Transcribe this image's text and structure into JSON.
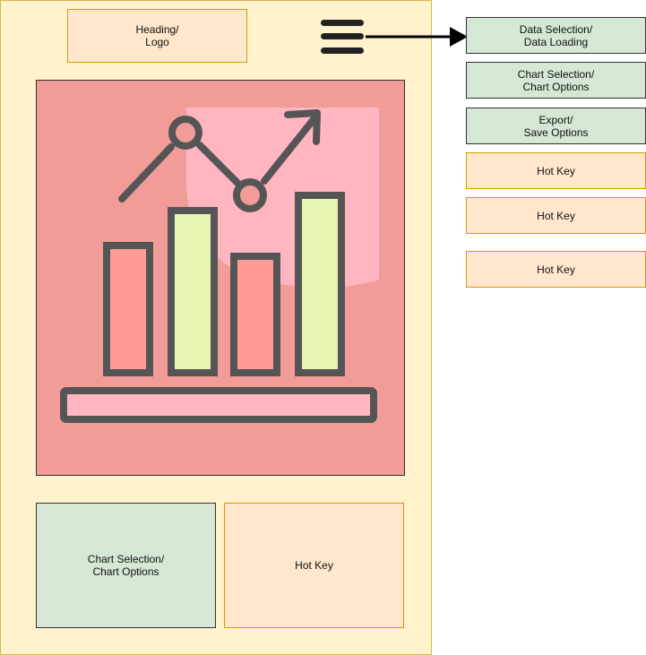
{
  "wireframe": {
    "heading": "Heading/\nLogo",
    "menu_icon": "hamburger-menu-icon",
    "chart_icon": "analytics-chart-icon",
    "bottom_panels": {
      "chart_selection": "Chart Selection/\nChart Options",
      "hot_key": "Hot Key"
    }
  },
  "menu": {
    "items": [
      {
        "label": "Data Selection/\nData Loading"
      },
      {
        "label": "Chart Selection/\nChart Options"
      },
      {
        "label": "Export/\nSave Options"
      },
      {
        "label": "Hot Key"
      },
      {
        "label": "Hot Key"
      },
      {
        "label": "Hot Key"
      }
    ]
  },
  "colors": {
    "frame_fill": "#fff2cc",
    "frame_border": "#d6b656",
    "peach_fill": "#ffe6cc",
    "green_fill": "#d5e8d4",
    "panel_fill": "#f19c99",
    "bar_red": "#ff9a94",
    "bar_green": "#e6f5b3",
    "highlight_pink": "#ffb6c1",
    "icon_stroke": "#555555"
  }
}
